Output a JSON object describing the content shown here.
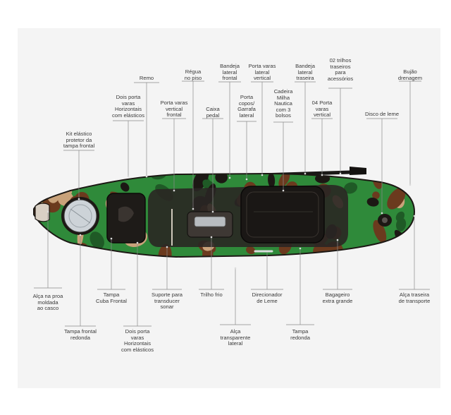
{
  "diagram": {
    "labels": [
      {
        "id": "remo",
        "text": "Remo"
      },
      {
        "id": "regua",
        "text": "Régua\nno piso"
      },
      {
        "id": "bandeja-frontal",
        "text": "Bandeja\nlateral\nfrontal"
      },
      {
        "id": "porta-varas-lateral",
        "text": "Porta varas\nlateral\nvertical"
      },
      {
        "id": "bandeja-traseira",
        "text": "Bandeja\nlateral\ntraseira"
      },
      {
        "id": "trilhos-traseiros",
        "text": "02 trilhos\ntraseiros\npara\nacessórios"
      },
      {
        "id": "bujao",
        "text": "Bujão\ndrenagem"
      },
      {
        "id": "dois-porta-varas-top",
        "text": "Dois porta\nvaras\nHorizontais\ncom elásticos"
      },
      {
        "id": "porta-varas-frontal",
        "text": "Porta varas\nvertical\nfrontal"
      },
      {
        "id": "caixa-pedal",
        "text": "Caixa\npedal"
      },
      {
        "id": "porta-copos",
        "text": "Porta\ncopos/\nGarrafa\nlateral"
      },
      {
        "id": "cadeira",
        "text": "Cadeira\nMilha\nNautica\ncom 3\nbolsos"
      },
      {
        "id": "quatro-porta-varas",
        "text": "04 Porta\nvaras\nvertical"
      },
      {
        "id": "disco-leme",
        "text": "Disco de leme"
      },
      {
        "id": "kit-elastico",
        "text": "Kit elástico\nprotetor da\ntampa frontal"
      },
      {
        "id": "alca-proa",
        "text": "Alça na proa\nmoldada\nao casco"
      },
      {
        "id": "tampa-cuba",
        "text": "Tampa\nCuba Frontal"
      },
      {
        "id": "suporte-transducer",
        "text": "Suporte para\ntransducer\nsonar"
      },
      {
        "id": "trilho-frio",
        "text": "Trilho frio"
      },
      {
        "id": "direcionador",
        "text": "Direcionador\nde Leme"
      },
      {
        "id": "bagageiro",
        "text": "Bagageiro\nextra grande"
      },
      {
        "id": "alca-traseira",
        "text": "Alça traseira\nde transporte"
      },
      {
        "id": "tampa-frontal",
        "text": "Tampa frontal\nredonda"
      },
      {
        "id": "dois-porta-varas-bottom",
        "text": "Dois porta\nvaras\nHorizontais\ncom elásticos"
      },
      {
        "id": "alca-transparente",
        "text": "Alça\ntransparente\nlateral"
      },
      {
        "id": "tampa-redonda",
        "text": "Tampa\nredonda"
      }
    ]
  },
  "colors": {
    "camo_green": "#2f8a3a",
    "camo_dark_green": "#1f5a26",
    "camo_brown": "#6b3a1e",
    "camo_tan": "#c9a27a",
    "camo_black": "#1c1814",
    "deck_dark": "#2a2624",
    "leader_line": "#8a8a8a"
  }
}
